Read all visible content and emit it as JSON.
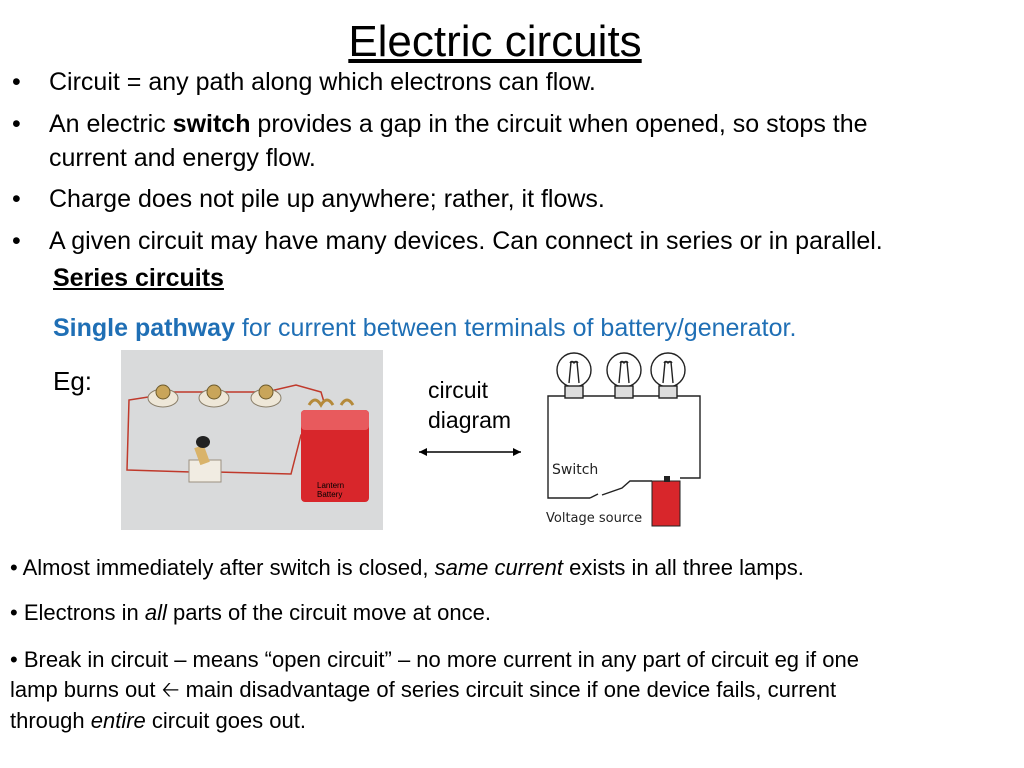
{
  "title": "Electric circuits",
  "bullets": {
    "b1": "Circuit = any path along which electrons can flow.",
    "b2_pre": "An electric ",
    "b2_bold": "switch",
    "b2_post": " provides a gap in the circuit when opened, so stops the",
    "b2_line2": "current and energy flow.",
    "b3": "Charge does not pile up anywhere; rather, it flows.",
    "b4": "A given circuit may have many devices. Can connect in series or in parallel.",
    "dot": "•"
  },
  "series": {
    "heading": "Series circuits",
    "single_bold": "Single pathway",
    "single_rest": " for current between terminals of battery/generator.",
    "eg": "Eg:",
    "diagram_label_1": "circuit",
    "diagram_label_2": "diagram",
    "diagram_switch": "Switch",
    "diagram_source": "Voltage source",
    "battery_label_1": "Lantern",
    "battery_label_2": "Battery"
  },
  "notes": {
    "n1_pre": "• Almost immediately after switch is closed, ",
    "n1_ital": "same current",
    "n1_post": " exists in all three lamps.",
    "n2_pre": "• Electrons in ",
    "n2_ital": "all",
    "n2_post": " parts of the circuit move at once.",
    "n3_line1": "• Break in circuit – means “open circuit” – no more current in any part of circuit eg if one",
    "n3_line2_pre": "lamp burns out ",
    "n3_arrow": "🡠",
    "n3_line2_post": " main disadvantage  of series circuit since if one device fails, current",
    "n3_line3_pre": "through ",
    "n3_ital": "entire",
    "n3_line3_post": " circuit goes out."
  },
  "colors": {
    "accent_blue": "#1f6fb5",
    "battery_red": "#d8262b",
    "wire_red": "#c0392b",
    "photo_bg": "#d9dadb"
  },
  "icons": {
    "left_arrow": "left-arrow-icon",
    "double_arrow": "double-arrow-icon",
    "bulb": "lightbulb-icon"
  }
}
